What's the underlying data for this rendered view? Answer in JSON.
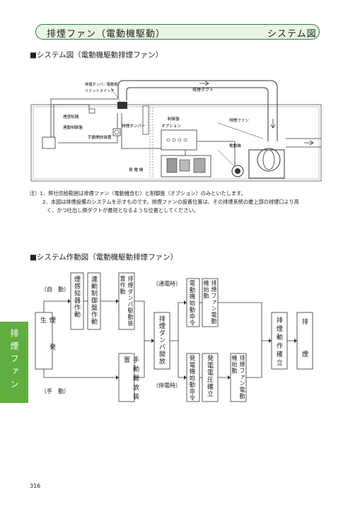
{
  "header": {
    "title": "排煙ファン（電動機駆動）",
    "right": "システム図"
  },
  "section1": {
    "title": "■システム図（電動機駆動排煙ファン）"
  },
  "diagram": {
    "labels": {
      "damper_limit1": "排煙ダンパ／駆動部",
      "damper_limit2": "リミットスイッチ",
      "duct": "排煙ダクト",
      "smoke_detector": "煙感知器",
      "interlock_panel": "連動制御盤",
      "control_panel1": "制御盤",
      "control_panel2": "オプション",
      "damper": "排煙ダンパー",
      "fan": "排煙ファン",
      "manual_device": "手動開放装置",
      "motor": "電動機",
      "generator": "発 電 機"
    }
  },
  "notes": {
    "line1": "注）1．弊社供給範囲は排煙ファン（電動機含む）と制御盤（オプション）のみといたします。",
    "line2": "2．本図は排煙設備のシステムを示すものです。排煙ファンの設置位置は、その排煙系統の最上部の排煙口より高",
    "line3": "く、かつ吐出し側ダクトが最短となるような位置としてください。"
  },
  "section2": {
    "title": "■システム作動図（電動機駆動排煙ファン）"
  },
  "flow": {
    "auto": "（自　動）",
    "manual": "（手　動）",
    "normal": "（通電時）",
    "outage": "（停電時）",
    "smoke_start": "煙　発　生",
    "detector": "煙感知器作動",
    "interlock": "連動制御盤作動",
    "damper_drive": "排煙ダンパ駆動装置作動",
    "manual_open": "手動開放装置",
    "damper_open": "排煙ダンパ開放",
    "motor_cmd": "電動機始動命令",
    "fan_start": "排煙ファン電動機始動",
    "gen_cmd": "発電機始動命令",
    "gen_voltage": "発電電圧確立",
    "fan_start2": "排煙ファン電動機始動",
    "confirm": "排煙動作確立",
    "exhaust": "排　煙"
  },
  "side_tab": "排煙ファン",
  "page_number": "316"
}
